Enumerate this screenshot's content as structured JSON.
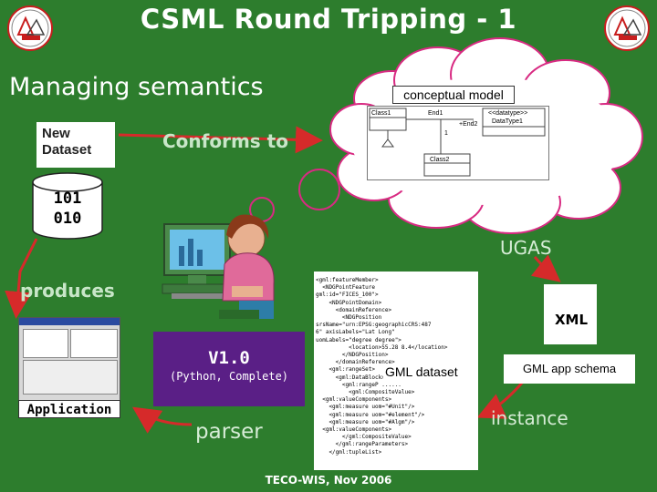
{
  "slide": {
    "title": "CSML Round Tripping - 1",
    "subtitle": "Managing semantics",
    "footer": "TECO-WIS, Nov 2006"
  },
  "labels": {
    "new_dataset": "New\nDataset",
    "binary": "101\n010",
    "conforms_to": "Conforms to",
    "conceptual_model": "conceptual model",
    "ugas": "UGAS",
    "produces": "produces",
    "xml": "XML",
    "gml_app_schema": "GML app schema",
    "gml_dataset": "GML dataset",
    "instance": "instance",
    "parser": "parser",
    "application": "Application",
    "version": "V1.0",
    "version_detail": "(Python, Complete)"
  },
  "uml": {
    "class1": "Class1",
    "class2": "Class2",
    "end1": "End1",
    "end2": "+End2",
    "datatype_stereotype": "<<datatype>>",
    "datatype_name": "DataType1",
    "multiplicity": "1"
  },
  "gml_text": "<gml:featureMember>\n  <NDGPointFeature\ngml:id=\"FICES_100\">\n    <NDGPointDomain>\n      <domainReference>\n        <NDGPosition\nsrsName=\"urn:EPSG:geographicCRS:487\n6\" axisLabels=\"Lat Long\"\nuomLabels=\"degree degree\">\n          <location>55.28 8.4</location>\n        </NDGPosition>\n      </domainReference>\n    <gml:rangeSet>\n      <gml:DataBlock>\n        <gml:rangeP ......\n          <gml:CompositeValue>\n  <gml:valueComponents>\n    <gml:measure uom=\"#Unit\"/>\n    <gml:measure uom=\"#element\"/>\n    <gml:measure uom=\"#Algm\"/>\n  <gml:valueComponents>\n        </gml:CompositeValue>\n      </gml:rangeParameters>\n    </gml:tupleList>",
  "colors": {
    "background": "#2d7d2d",
    "arrow": "#d62a2a",
    "version_box": "#5a1f86",
    "cloud_stroke": "#d82a82",
    "logo_border": "#c81e1e"
  },
  "icons": [
    "left-logo-icon",
    "right-logo-icon",
    "database-icon",
    "person-at-computer-icon",
    "document-icon"
  ]
}
